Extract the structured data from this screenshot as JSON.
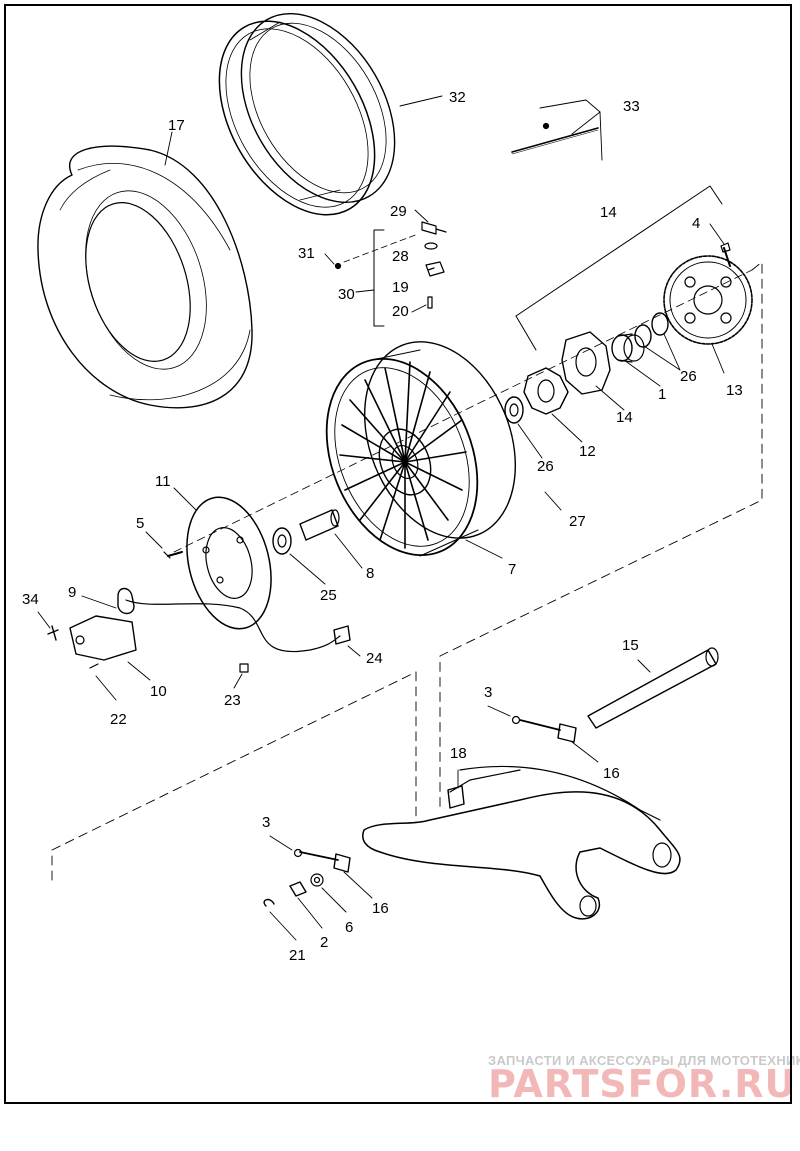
{
  "parts": [
    {
      "id": "p1",
      "label": "1",
      "name": "wheel-hub-part-1"
    },
    {
      "id": "p2",
      "label": "2",
      "name": "axle-nut-part-2"
    },
    {
      "id": "p3a",
      "label": "3",
      "name": "nut-part-3-upper"
    },
    {
      "id": "p3b",
      "label": "3",
      "name": "nut-part-3-lower"
    },
    {
      "id": "p4",
      "label": "4",
      "name": "sprocket-bolt-part-4"
    },
    {
      "id": "p5",
      "label": "5",
      "name": "disc-bolt-part-5"
    },
    {
      "id": "p6",
      "label": "6",
      "name": "washer-part-6"
    },
    {
      "id": "p7",
      "label": "7",
      "name": "spoked-wheel-part-7"
    },
    {
      "id": "p8",
      "label": "8",
      "name": "spacer-part-8"
    },
    {
      "id": "p9",
      "label": "9",
      "name": "wheel-speed-sensor-part-9"
    },
    {
      "id": "p10",
      "label": "10",
      "name": "caliper-bracket-part-10"
    },
    {
      "id": "p11",
      "label": "11",
      "name": "brake-disc-part-11"
    },
    {
      "id": "p12",
      "label": "12",
      "name": "cush-drive-damper-part-12"
    },
    {
      "id": "p13",
      "label": "13",
      "name": "rear-sprocket-part-13"
    },
    {
      "id": "p14a",
      "label": "14",
      "name": "sprocket-carrier-assembly-part-14"
    },
    {
      "id": "p14b",
      "label": "14",
      "name": "sprocket-carrier-part-14"
    },
    {
      "id": "p15",
      "label": "15",
      "name": "rear-axle-part-15"
    },
    {
      "id": "p16a",
      "label": "16",
      "name": "adjuster-block-part-16-upper"
    },
    {
      "id": "p16b",
      "label": "16",
      "name": "adjuster-block-part-16-lower"
    },
    {
      "id": "p17",
      "label": "17",
      "name": "rear-tire-part-17"
    },
    {
      "id": "p18",
      "label": "18",
      "name": "bushing-part-18"
    },
    {
      "id": "p19",
      "label": "19",
      "name": "valve-clip-part-19"
    },
    {
      "id": "p20",
      "label": "20",
      "name": "valve-core-part-20"
    },
    {
      "id": "p21",
      "label": "21",
      "name": "circlip-part-21"
    },
    {
      "id": "p22",
      "label": "22",
      "name": "pin-part-22"
    },
    {
      "id": "p23",
      "label": "23",
      "name": "cable-clip-part-23"
    },
    {
      "id": "p24",
      "label": "24",
      "name": "sensor-connector-part-24"
    },
    {
      "id": "p25",
      "label": "25",
      "name": "bearing-part-25"
    },
    {
      "id": "p26a",
      "label": "26",
      "name": "bearing-part-26-upper"
    },
    {
      "id": "p26b",
      "label": "26",
      "name": "bearing-part-26-lower"
    },
    {
      "id": "p27",
      "label": "27",
      "name": "balance-weight-part-27"
    },
    {
      "id": "p28",
      "label": "28",
      "name": "o-ring-part-28"
    },
    {
      "id": "p29",
      "label": "29",
      "name": "tire-valve-part-29"
    },
    {
      "id": "p30",
      "label": "30",
      "name": "valve-kit-part-30"
    },
    {
      "id": "p31",
      "label": "31",
      "name": "valve-cap-part-31"
    },
    {
      "id": "p32",
      "label": "32",
      "name": "rim-part-32"
    },
    {
      "id": "p33",
      "label": "33",
      "name": "spoke-kit-part-33"
    },
    {
      "id": "p34",
      "label": "34",
      "name": "bracket-bolt-part-34"
    }
  ],
  "watermark": {
    "tagline": "ЗАПЧАСТИ И АКСЕССУАРЫ ДЛЯ МОТОТЕХНИКИ",
    "logo": "PARTSFOR.RU"
  }
}
